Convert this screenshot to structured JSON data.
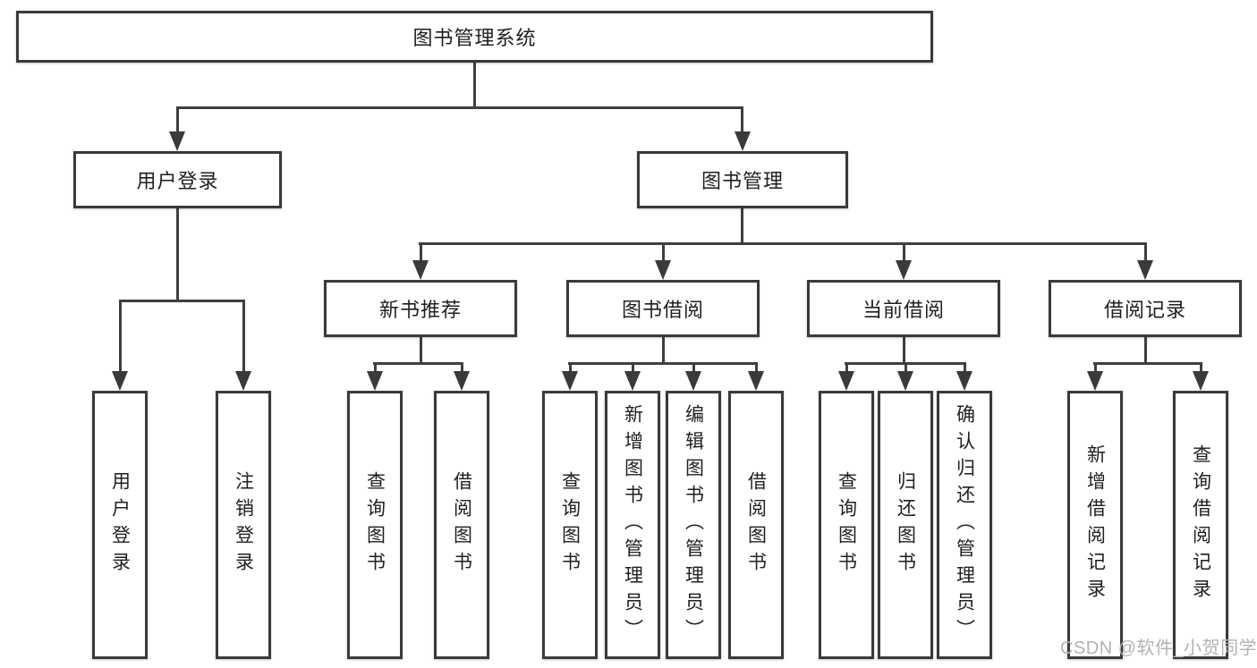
{
  "tree": {
    "root": {
      "label": "图书管理系统",
      "children": [
        {
          "label": "用户登录",
          "children": [
            {
              "label": "用户登录"
            },
            {
              "label": "注销登录"
            }
          ]
        },
        {
          "label": "图书管理",
          "children": [
            {
              "label": "新书推荐",
              "children": [
                {
                  "label": "查询图书"
                },
                {
                  "label": "借阅图书"
                }
              ]
            },
            {
              "label": "图书借阅",
              "children": [
                {
                  "label": "查询图书"
                },
                {
                  "label": "新增图书（管理员）"
                },
                {
                  "label": "编辑图书（管理员）"
                },
                {
                  "label": "借阅图书"
                }
              ]
            },
            {
              "label": "当前借阅",
              "children": [
                {
                  "label": "查询图书"
                },
                {
                  "label": "归还图书"
                },
                {
                  "label": "确认归还（管理员）"
                }
              ]
            },
            {
              "label": "借阅记录",
              "children": [
                {
                  "label": "新增借阅记录"
                },
                {
                  "label": "查询借阅记录"
                }
              ]
            }
          ]
        }
      ]
    }
  },
  "watermark": {
    "text": "CSDN @软件_小贺同学"
  },
  "colors": {
    "line": "#3f3f3f",
    "box_border": "#3a3a3a",
    "text": "#1f1f1f",
    "watermark": "#b3b3b3",
    "background": "#ffffff"
  }
}
